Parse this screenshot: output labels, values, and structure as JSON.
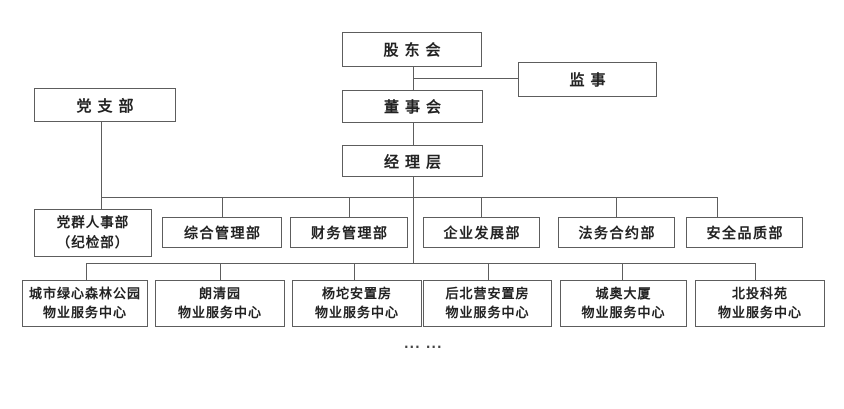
{
  "diagram": {
    "type": "org-chart",
    "colors": {
      "line": "#5d5d5d",
      "text": "#222222",
      "background": "#ffffff"
    },
    "ellipsis": "... ...",
    "nodes": {
      "shareholders": {
        "label": "股东会"
      },
      "supervisor": {
        "label": "监事"
      },
      "party_branch": {
        "label": "党支部"
      },
      "board": {
        "label": "董事会"
      },
      "management": {
        "label": "经理层"
      },
      "dept_party": {
        "line1": "党群人事部",
        "line2": "（纪检部）"
      },
      "dept_general": {
        "label": "综合管理部"
      },
      "dept_finance": {
        "label": "财务管理部"
      },
      "dept_enterprise": {
        "label": "企业发展部"
      },
      "dept_legal": {
        "label": "法务合约部"
      },
      "dept_safety": {
        "label": "安全品质部"
      },
      "center_greenheart": {
        "line1": "城市绿心森林公园",
        "line2": "物业服务中心"
      },
      "center_langqingyuan": {
        "line1": "朗清园",
        "line2": "物业服务中心"
      },
      "center_yangtuo": {
        "line1": "杨坨安置房",
        "line2": "物业服务中心"
      },
      "center_houbeiying": {
        "line1": "后北营安置房",
        "line2": "物业服务中心"
      },
      "center_chengao": {
        "line1": "城奥大厦",
        "line2": "物业服务中心"
      },
      "center_beitou": {
        "line1": "北投科苑",
        "line2": "物业服务中心"
      }
    }
  }
}
